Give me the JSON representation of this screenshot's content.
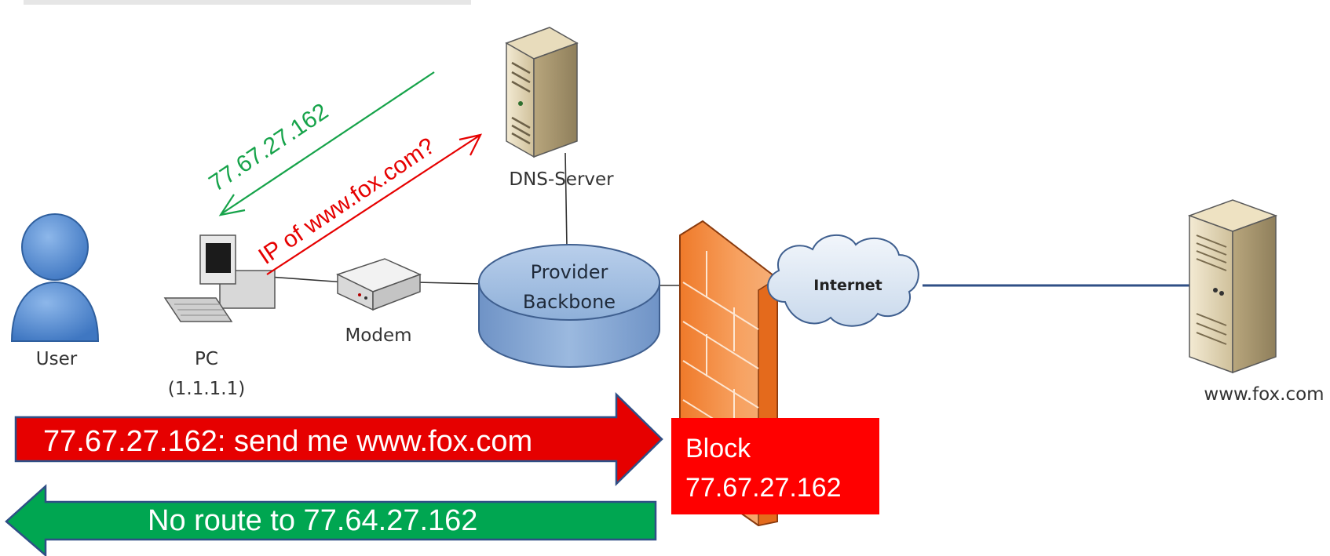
{
  "nodes": {
    "user": "User",
    "pc": "PC",
    "pc_ip": "(1.1.1.1)",
    "modem": "Modem",
    "dns": "DNS-Server",
    "backbone_line1": "Provider",
    "backbone_line2": "Backbone",
    "internet": "Internet",
    "webserver": "www.fox.com"
  },
  "dns_exchange": {
    "response": "77.67.27.162",
    "query": "IP of www.fox.com?"
  },
  "messages": {
    "request": "77.67.27.162: send me www.fox.com",
    "reply": "No route to 77.64.27.162"
  },
  "block_box": {
    "line1": "Block",
    "line2": "77.67.27.162"
  },
  "colors": {
    "request_arrow": "#e60000",
    "reply_arrow": "#00a651",
    "dns_response": "#16a34a",
    "dns_query": "#e60000",
    "block_box": "#ff0000",
    "firewall": "#f08a3c",
    "backbone": "#8fb0d9",
    "user_icon": "#5b8fd1"
  }
}
